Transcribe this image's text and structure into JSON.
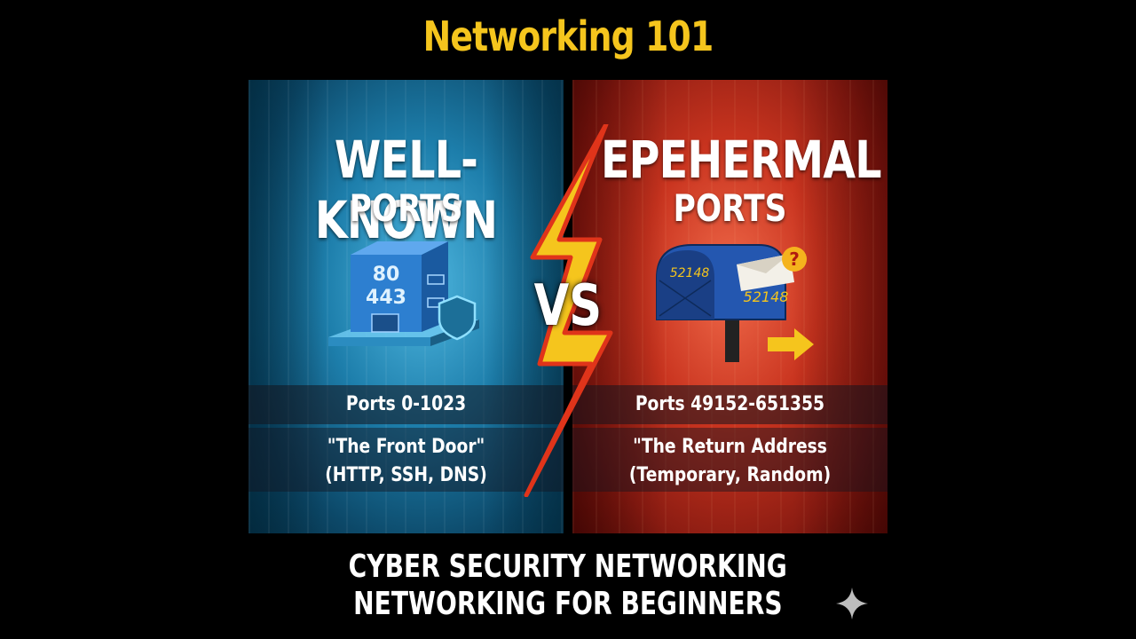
{
  "title": "Networking 101",
  "left": {
    "heading_line1": "WELL-KNOWN",
    "heading_line2": "PORTS",
    "icon": "server-building-icon",
    "icon_text_top": "80",
    "icon_text_bottom": "443",
    "range": "Ports 0-1023",
    "desc_line1": "\"The Front Door\"",
    "desc_line2": "(HTTP, SSH, DNS)",
    "color": "#1d7eab"
  },
  "right": {
    "heading_line1": "EPEHERMAL",
    "heading_line2": "PORTS",
    "icon": "mailbox-icon",
    "icon_text_box": "52148",
    "icon_text_letter": "52148",
    "icon_badge": "?",
    "range": "Ports 49152-651355",
    "desc_line1": "\"The Return Address",
    "desc_line2": "(Temporary, Random)",
    "color": "#c9341f"
  },
  "vs": "VS",
  "footer_line1": "CYBER SECURITY NETWORKING",
  "footer_line2": "NETWORKING FOR BEGINNERS",
  "accent": "#f5c51d"
}
